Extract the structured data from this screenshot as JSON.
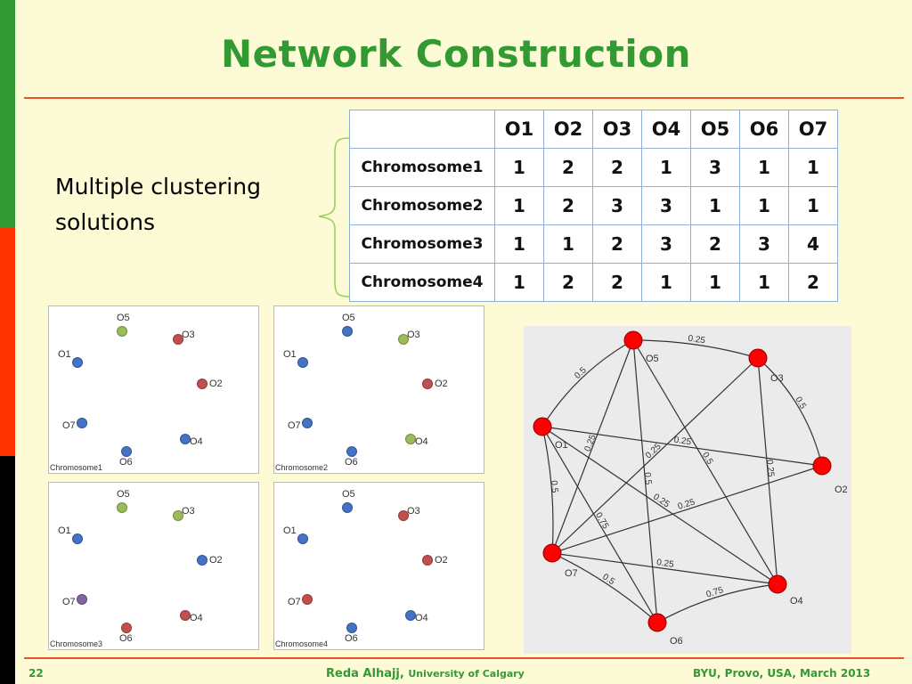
{
  "slide": {
    "title": "Network Construction",
    "subtitle_line1": "Multiple clustering",
    "subtitle_line2": "solutions",
    "footer_page": "22",
    "footer_author": "Reda Alhajj,",
    "footer_uni": "University of Calgary",
    "footer_event": "BYU, Provo, USA,  March 2013",
    "colors": {
      "green": "#339933",
      "orange": "#ff3300",
      "background": "#fdfbd6"
    }
  },
  "table": {
    "columns": [
      "O1",
      "O2",
      "O3",
      "O4",
      "O5",
      "O6",
      "O7"
    ],
    "rows": [
      {
        "label": "Chromosome1",
        "values": [
          "1",
          "2",
          "2",
          "1",
          "3",
          "1",
          "1"
        ]
      },
      {
        "label": "Chromosome2",
        "values": [
          "1",
          "2",
          "3",
          "3",
          "1",
          "1",
          "1"
        ]
      },
      {
        "label": "Chromosome3",
        "values": [
          "1",
          "1",
          "2",
          "3",
          "2",
          "3",
          "4"
        ]
      },
      {
        "label": "Chromosome4",
        "values": [
          "1",
          "2",
          "2",
          "1",
          "1",
          "1",
          "2"
        ]
      }
    ]
  },
  "panels": [
    {
      "name": "Chromosome1",
      "colors": {
        "O1": "#4472c4",
        "O2": "#c0504d",
        "O3": "#c0504d",
        "O4": "#4472c4",
        "O5": "#9bbb59",
        "O6": "#4472c4",
        "O7": "#4472c4"
      }
    },
    {
      "name": "Chromosome2",
      "colors": {
        "O1": "#4472c4",
        "O2": "#c0504d",
        "O3": "#9bbb59",
        "O4": "#9bbb59",
        "O5": "#4472c4",
        "O6": "#4472c4",
        "O7": "#4472c4"
      }
    },
    {
      "name": "Chromosome3",
      "colors": {
        "O1": "#4472c4",
        "O2": "#4472c4",
        "O3": "#9bbb59",
        "O4": "#c0504d",
        "O5": "#9bbb59",
        "O6": "#c0504d",
        "O7": "#8064a2"
      }
    },
    {
      "name": "Chromosome4",
      "colors": {
        "O1": "#4472c4",
        "O2": "#c0504d",
        "O3": "#c0504d",
        "O4": "#4472c4",
        "O5": "#4472c4",
        "O6": "#4472c4",
        "O7": "#c0504d"
      }
    }
  ],
  "network": {
    "nodes": [
      "O1",
      "O2",
      "O3",
      "O4",
      "O5",
      "O6",
      "O7"
    ],
    "node_color": "#ff0000",
    "edges": [
      {
        "a": "O1",
        "b": "O5",
        "w": "0.5"
      },
      {
        "a": "O5",
        "b": "O3",
        "w": "0.25"
      },
      {
        "a": "O3",
        "b": "O2",
        "w": "0.5"
      },
      {
        "a": "O1",
        "b": "O7",
        "w": "0.5"
      },
      {
        "a": "O7",
        "b": "O6",
        "w": "0.5"
      },
      {
        "a": "O6",
        "b": "O4",
        "w": "0.75"
      },
      {
        "a": "O3",
        "b": "O4",
        "w": "0.25"
      },
      {
        "a": "O7",
        "b": "O4",
        "w": "0.25"
      },
      {
        "a": "O1",
        "b": "O2",
        "w": "0.25"
      },
      {
        "a": "O1",
        "b": "O4",
        "w": "0.25"
      },
      {
        "a": "O1",
        "b": "O6",
        "w": "0.75"
      },
      {
        "a": "O7",
        "b": "O5",
        "w": "0.25"
      },
      {
        "a": "O7",
        "b": "O3",
        "w": "0.25"
      },
      {
        "a": "O7",
        "b": "O2",
        "w": "0.25"
      },
      {
        "a": "O5",
        "b": "O6",
        "w": "0.5"
      },
      {
        "a": "O5",
        "b": "O4",
        "w": "0.5"
      }
    ]
  }
}
